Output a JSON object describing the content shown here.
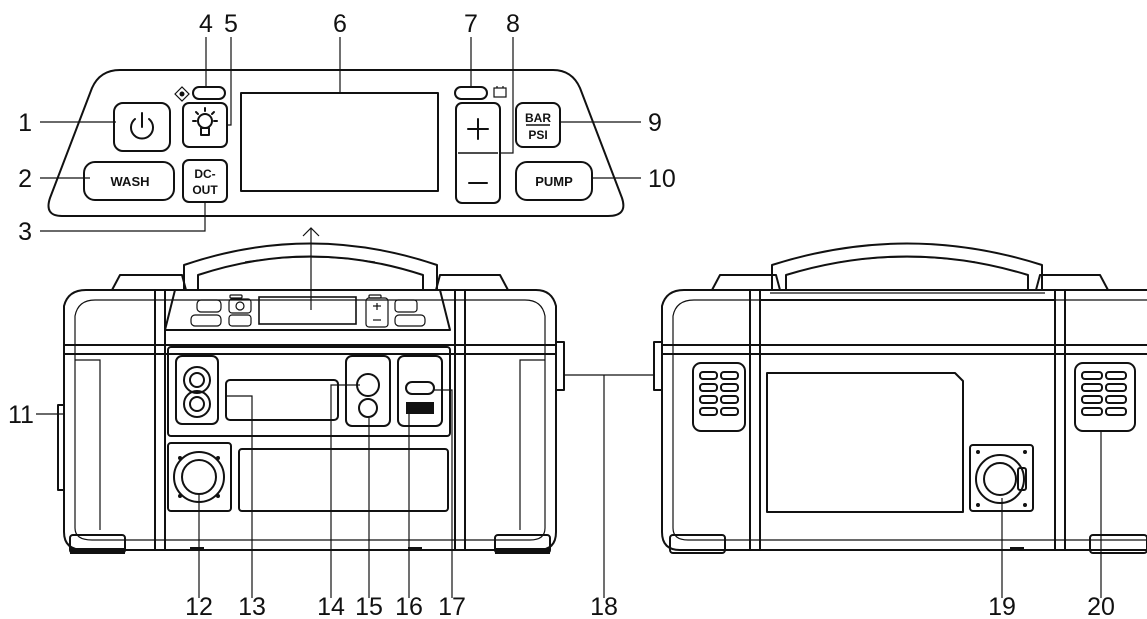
{
  "callouts": [
    "1",
    "2",
    "3",
    "4",
    "5",
    "6",
    "7",
    "8",
    "9",
    "10",
    "11",
    "12",
    "13",
    "14",
    "15",
    "16",
    "17",
    "18",
    "19",
    "20"
  ],
  "panel_buttons": {
    "wash": "WASH",
    "dc_out_top": "DC-",
    "dc_out_bottom": "OUT",
    "bar_top": "BAR",
    "bar_bottom": "PSI",
    "pump": "PUMP"
  },
  "icons": {
    "power": "power-icon",
    "light": "light-bulb-icon",
    "plus": "plus-icon",
    "minus": "minus-icon",
    "bluetooth_indicator": "bluetooth-indicator-icon",
    "battery_indicator": "battery-indicator-icon"
  }
}
